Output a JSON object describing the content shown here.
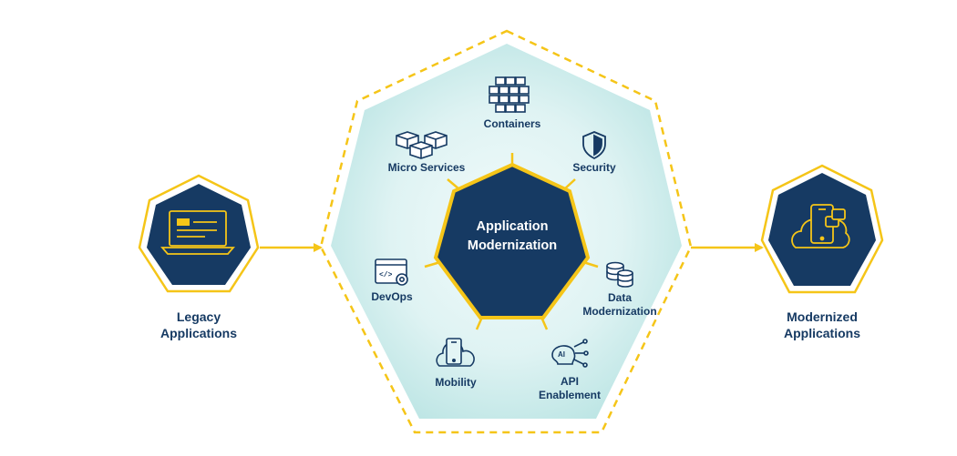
{
  "diagram": {
    "source": {
      "label": "Legacy\nApplications",
      "icon": "laptop-icon"
    },
    "target": {
      "label": "Modernized\nApplications",
      "icon": "mobile-cloud-icon"
    },
    "center": {
      "label": "Application\nModernization"
    },
    "nodes": [
      {
        "id": "containers",
        "label": "Containers",
        "icon": "containers-icon"
      },
      {
        "id": "security",
        "label": "Security",
        "icon": "shield-icon"
      },
      {
        "id": "data-modernization",
        "label": "Data\nModernization",
        "icon": "database-icon"
      },
      {
        "id": "api-enablement",
        "label": "API\nEnablement",
        "icon": "ai-chip-icon"
      },
      {
        "id": "mobility",
        "label": "Mobility",
        "icon": "mobile-cloud-icon"
      },
      {
        "id": "devops",
        "label": "DevOps",
        "icon": "code-settings-icon"
      },
      {
        "id": "micro-services",
        "label": "Micro Services",
        "icon": "cubes-icon"
      }
    ]
  },
  "colors": {
    "navy": "#163a63",
    "gold": "#f5c518",
    "teal_light": "#e6f6f6",
    "teal": "#b5e3e2"
  }
}
